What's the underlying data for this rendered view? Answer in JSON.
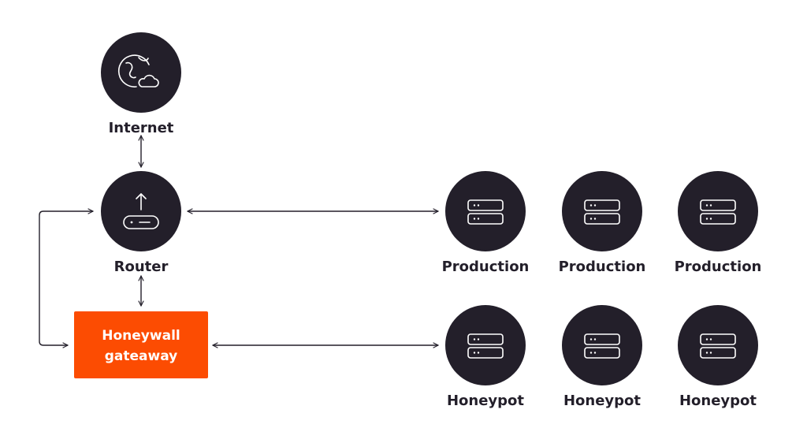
{
  "colors": {
    "node_fill": "#231f2a",
    "accent": "#fc4c02",
    "text": "#231f2a",
    "icon": "#ffffff"
  },
  "nodes": {
    "internet": {
      "label": "Internet",
      "icon": "globe-cloud-icon"
    },
    "router": {
      "label": "Router",
      "icon": "router-icon"
    },
    "honeywall": {
      "line1": "Honeywall",
      "line2": "gateaway"
    },
    "production": [
      {
        "label": "Production",
        "icon": "server-icon"
      },
      {
        "label": "Production",
        "icon": "server-icon"
      },
      {
        "label": "Production",
        "icon": "server-icon"
      }
    ],
    "honeypot": [
      {
        "label": "Honeypot",
        "icon": "server-icon"
      },
      {
        "label": "Honeypot",
        "icon": "server-icon"
      },
      {
        "label": "Honeypot",
        "icon": "server-icon"
      }
    ]
  }
}
